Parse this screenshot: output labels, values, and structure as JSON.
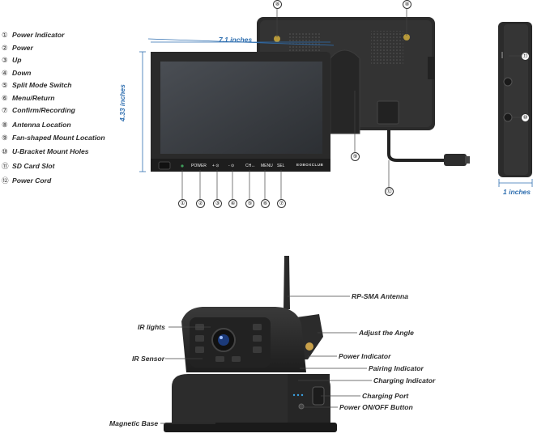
{
  "legend": [
    {
      "num": "①",
      "label": "Power Indicator"
    },
    {
      "num": "②",
      "label": "Power"
    },
    {
      "num": "③",
      "label": "Up"
    },
    {
      "num": "④",
      "label": "Down"
    },
    {
      "num": "⑤",
      "label": "Split Mode Switch"
    },
    {
      "num": "⑥",
      "label": "Menu/Return"
    },
    {
      "num": "⑦",
      "label": "Confirm/Recording"
    },
    {
      "num": "⑧",
      "label": "Antenna Location"
    },
    {
      "num": "⑨",
      "label": "Fan-shaped Mount Location"
    },
    {
      "num": "⑩",
      "label": "U-Bracket Mount Holes"
    },
    {
      "num": "⑪",
      "label": "SD Card Slot"
    },
    {
      "num": "⑫",
      "label": "Power Cord"
    }
  ],
  "dimensions": {
    "width": "7.1 inches",
    "height": "4.33 inches",
    "depth": "1 inches"
  },
  "monitor": {
    "buttons": [
      "POWER",
      "+ ⊙",
      "- ⊙",
      "CH↔",
      "MENU",
      "SEL"
    ],
    "brand": "EOBOXCLUB"
  },
  "callouts": {
    "c1": "①",
    "c2": "②",
    "c3": "③",
    "c4": "④",
    "c5": "⑤",
    "c6": "⑥",
    "c7": "⑦",
    "c8a": "⑧",
    "c8b": "⑧",
    "c9": "⑨",
    "c10": "⑩",
    "c11": "⑪",
    "c12": "⑫"
  },
  "camera_labels": {
    "antenna": "RP-SMA Antenna",
    "angle": "Adjust the Angle",
    "ir_lights": "IR lights",
    "ir_sensor": "IR Sensor",
    "power_indicator": "Power Indicator",
    "pairing": "Pairing Indicator",
    "charging_indicator": "Charging Indicator",
    "charging_port": "Charging Port",
    "power_button": "Power ON/OFF Button",
    "magnetic_base": "Magnetic Base"
  },
  "colors": {
    "accent": "#2f6fb0",
    "device": "#2a2a2a",
    "screen": "#3a3d42"
  }
}
